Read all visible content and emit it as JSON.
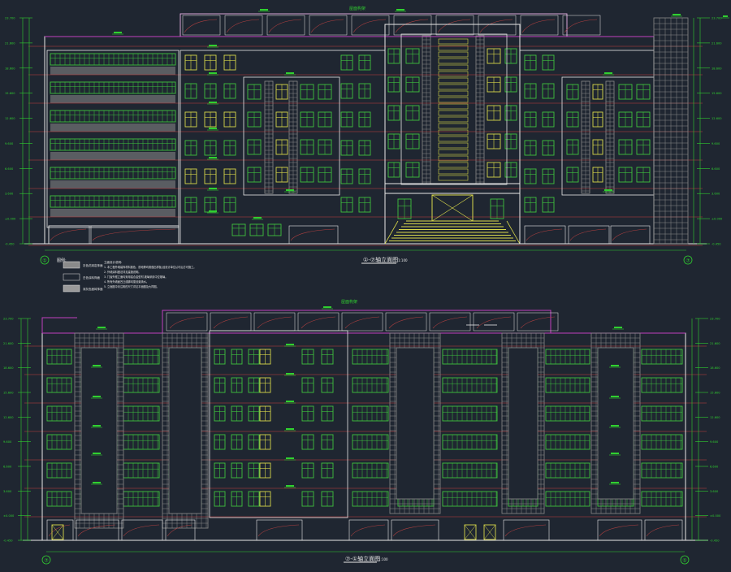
{
  "colors": {
    "background": "#1f2631",
    "outline": "#e8e8e8",
    "window": "#3fc43f",
    "window_alt": "#d8d84a",
    "roof_line": "#c040c0",
    "dimension": "#30d030",
    "floor_line": "#c83c3c",
    "stone": "#8a8a8a",
    "leader": "#b04040"
  },
  "top_elevation": {
    "title": "①-⑦轴立面图",
    "scale": "1:100",
    "axis_left": "①",
    "axis_right": "⑦",
    "roof_label": "屋面构架",
    "legend_heading": "图例:",
    "legend": [
      {
        "label": "灰色花岗岩饰面",
        "fill": "#8a8a8a"
      },
      {
        "label": "白色涂料饰面",
        "fill": "#1f2631"
      },
      {
        "label": "深灰色面砖饰面",
        "fill": "#9a9a9a"
      }
    ],
    "notes_heading": "立面设计说明:",
    "notes": [
      "1. 本工程外墙装饰材料颜色、质地等均需做出样板,经设计单位认可后方可施工。",
      "2. 外墙涂料做法详见建施说明。",
      "3. 门窗外框立面均采用铝合金型材,玻璃采用中空玻璃。",
      "4. 所有外墙面凹凸线脚均需设置滴水。",
      "5. 立面图中未注明的尺寸详见平面图及大样图。"
    ],
    "levels": [
      "23.700",
      "21.600",
      "18.600",
      "15.600",
      "12.600",
      "9.600",
      "6.600",
      "3.600",
      "±0.000",
      "-0.450"
    ]
  },
  "bottom_elevation": {
    "title": "⑦-①轴立面图",
    "scale": "1:100",
    "axis_left": "⑦",
    "axis_right": "①",
    "roof_label": "屋面构架",
    "levels": [
      "23.700",
      "21.600",
      "18.600",
      "15.600",
      "12.600",
      "9.600",
      "6.600",
      "3.600",
      "±0.000",
      "-0.450"
    ]
  }
}
